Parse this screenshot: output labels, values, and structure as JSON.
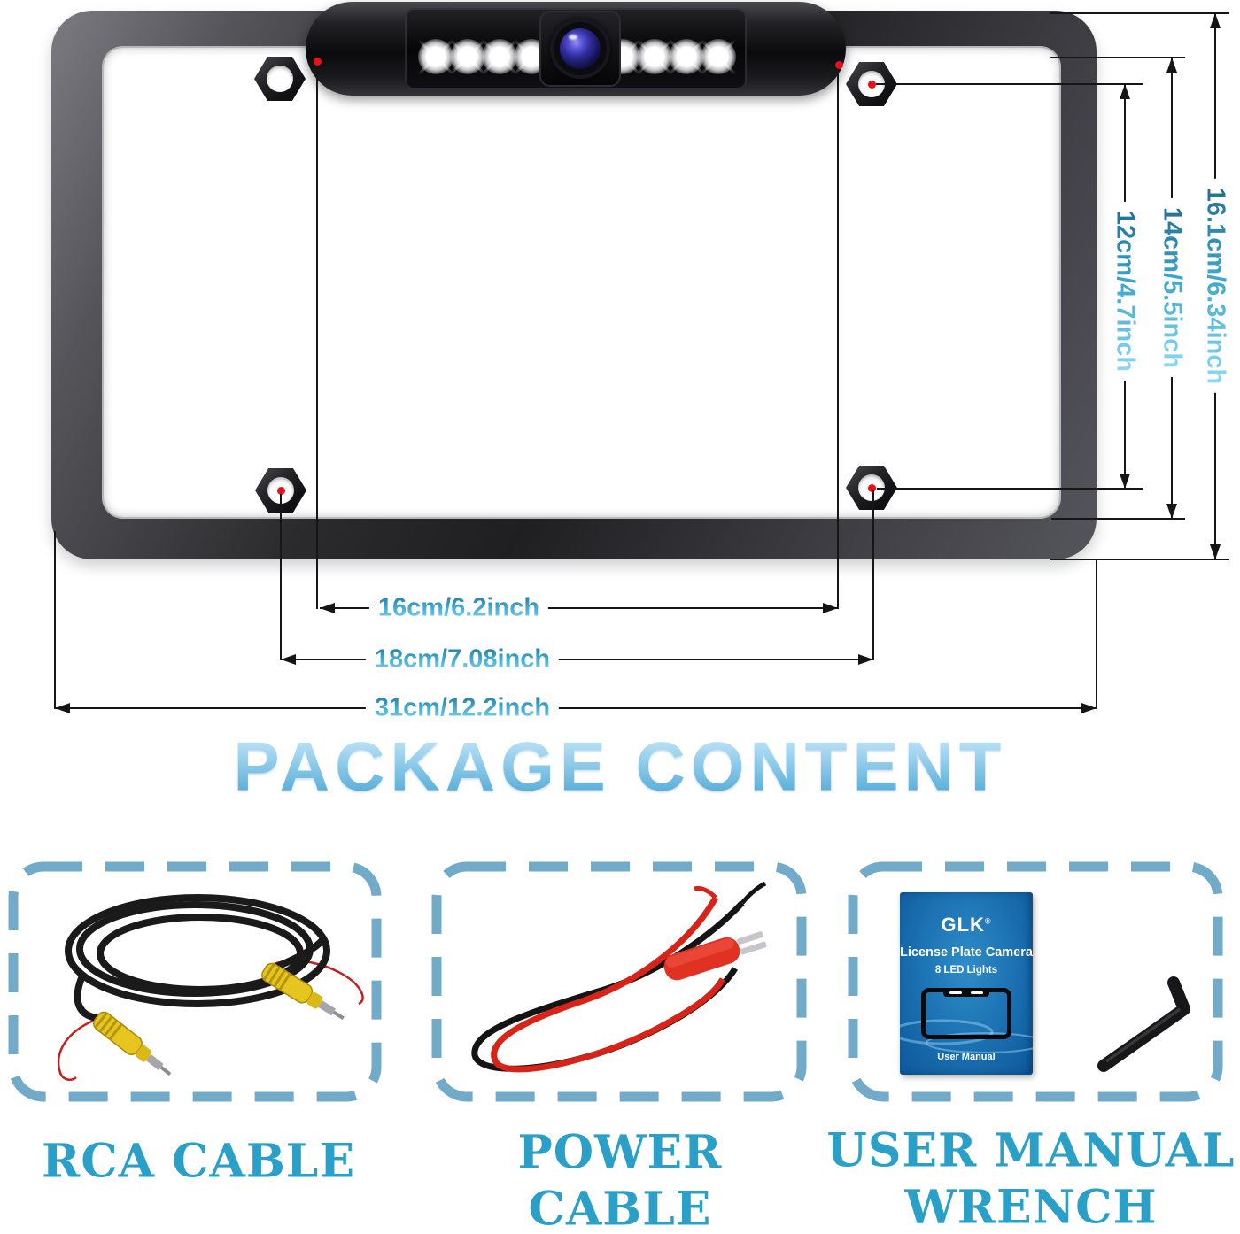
{
  "frame_diagram": {
    "dims": {
      "camera_span": "16cm/6.2inch",
      "hole_span": "18cm/7.08inch",
      "outer_width": "31cm/12.2inch",
      "hole_height": "12cm/4.7inch",
      "inner_height": "14cm/5.5inch",
      "outer_height": "16.1cm/6.34inch"
    }
  },
  "package": {
    "title": "PACKAGE CONTENT",
    "items": [
      {
        "id": "rca-cable",
        "label_line1": "RCA CABLE",
        "label_line2": ""
      },
      {
        "id": "power-cable",
        "label_line1": "POWER",
        "label_line2": "CABLE"
      },
      {
        "id": "manual-wrench",
        "label_line1": "USER MANUAL",
        "label_line2": "WRENCH"
      }
    ]
  },
  "manual_cover": {
    "brand": "GLK",
    "trademark": "®",
    "title": "License Plate Camera",
    "subtitle": "8 LED Lights",
    "footer": "User Manual"
  },
  "colors": {
    "label_blue": "#2aa0c8",
    "dim_gradient_dark": "#236f92",
    "dim_gradient_light": "#8ed9f2",
    "title_gradient_top": "#d9eefb",
    "title_gradient_bottom": "#3f9fd0",
    "dashed_border": "#72abc9",
    "marker_red": "#e8101a",
    "frame_gunmetal": "#2b2b2e",
    "rca_plug_yellow": "#e6c51e",
    "power_wire_red": "#d82318"
  }
}
